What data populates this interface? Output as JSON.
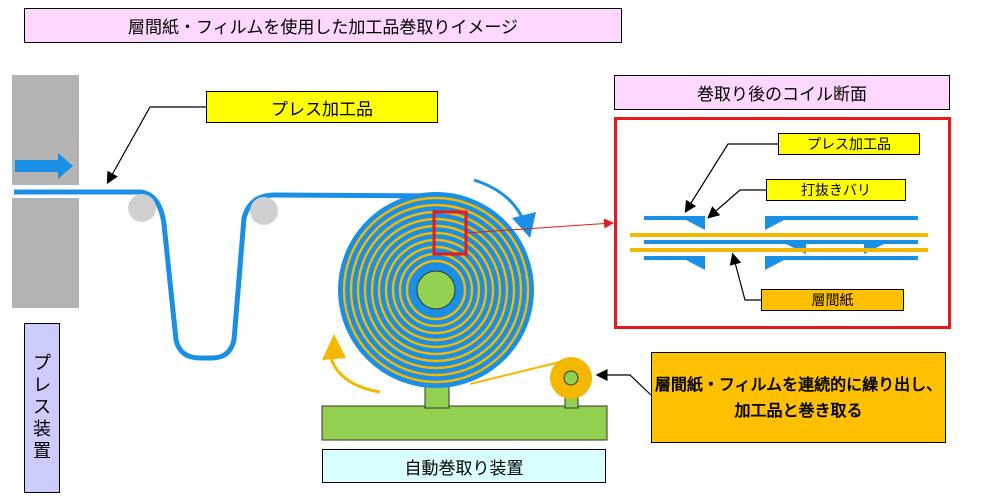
{
  "title": "層間紙・フィルムを使用した加工品巻取りイメージ",
  "coil_section_title": "巻取り後のコイル断面",
  "labels": {
    "press_product": "プレス加工品",
    "press_device": "プレス装置",
    "auto_winder": "自動巻取り装置"
  },
  "coil_labels": {
    "press_product": "プレス加工品",
    "punch_burr": "打抜きバリ",
    "interleaf_paper": "層間紙"
  },
  "callout": "層間紙・フィルムを連続的に繰り出し、加工品と巻き取る",
  "colors": {
    "title_bg": "#fdd7fd",
    "label_yellow": "#ffff00",
    "label_orange": "#ffc000",
    "press_device_bg": "#cbcbfc",
    "winder_bg": "#d9ffff",
    "product_blue": "#1a8fe6",
    "paper_yellow": "#f5b800",
    "machine_green": "#92d050",
    "press_gray": "#b3b3b3",
    "frame_red": "#e61a1a"
  }
}
